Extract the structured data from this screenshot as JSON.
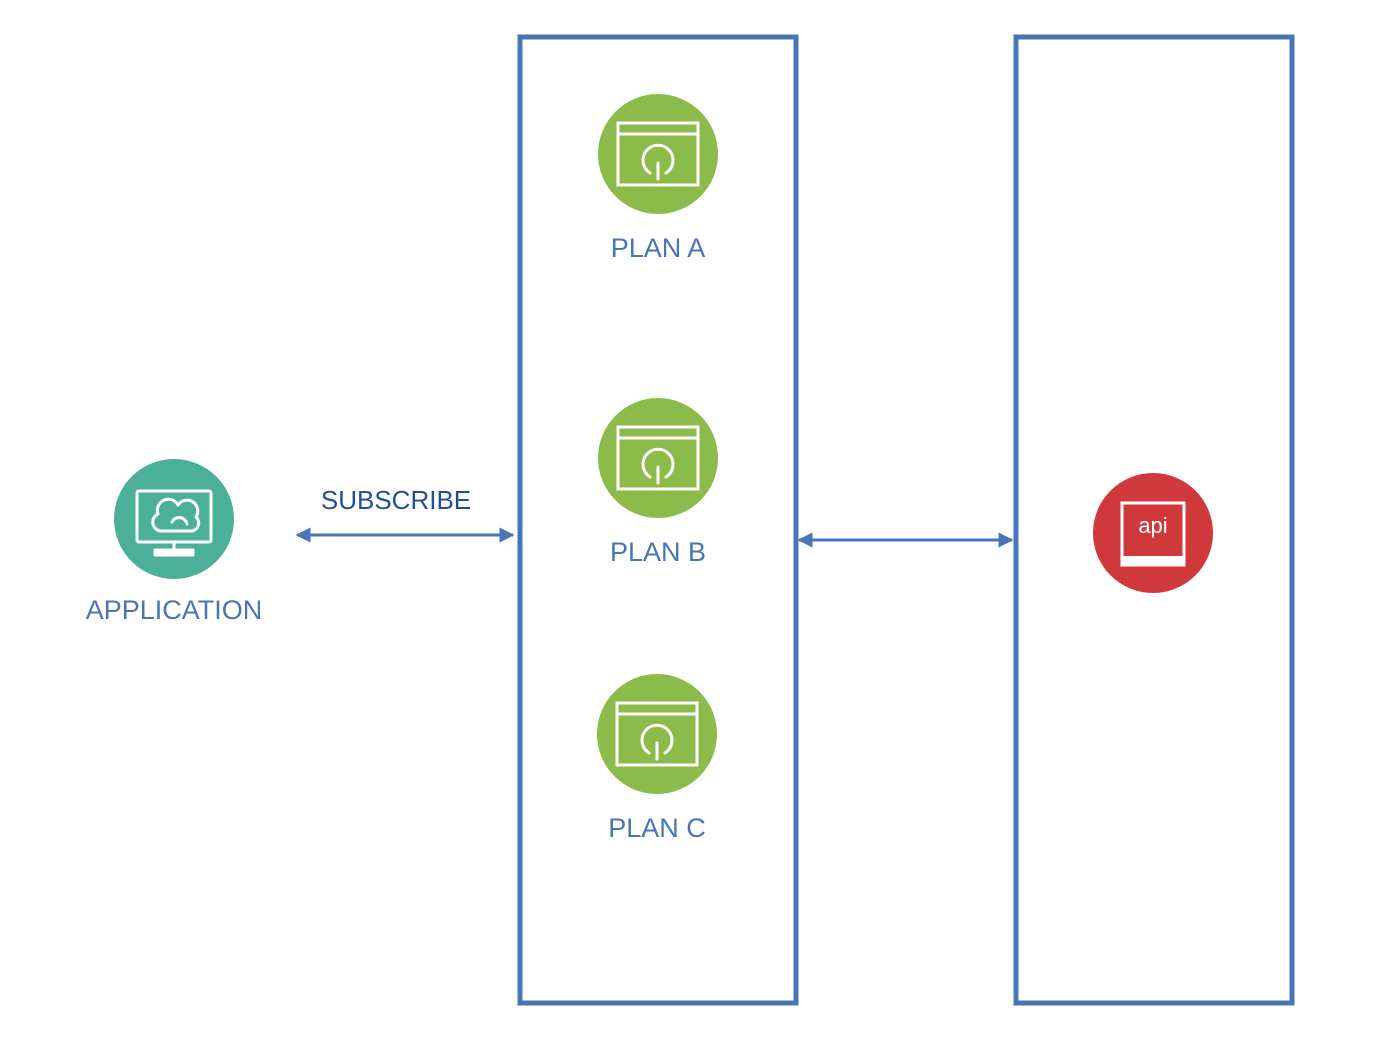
{
  "colors": {
    "frame": "#4a74b8",
    "label": "#4a74b8",
    "subscribe_label": "#1f4f99",
    "plan_node": "#8bbb4b",
    "application_node": "#4caf98",
    "api_node": "#d0393c",
    "icon_stroke": "#ffffff"
  },
  "application": {
    "label": "APPLICATION",
    "icon": "monitor-cloud-icon"
  },
  "subscribe_link": {
    "label": "SUBSCRIBE"
  },
  "plans": [
    {
      "label": "PLAN A",
      "icon": "plan-gauge-icon"
    },
    {
      "label": "PLAN B",
      "icon": "plan-gauge-icon"
    },
    {
      "label": "PLAN C",
      "icon": "plan-gauge-icon"
    }
  ],
  "api": {
    "icon_text": "api",
    "icon": "api-icon"
  }
}
